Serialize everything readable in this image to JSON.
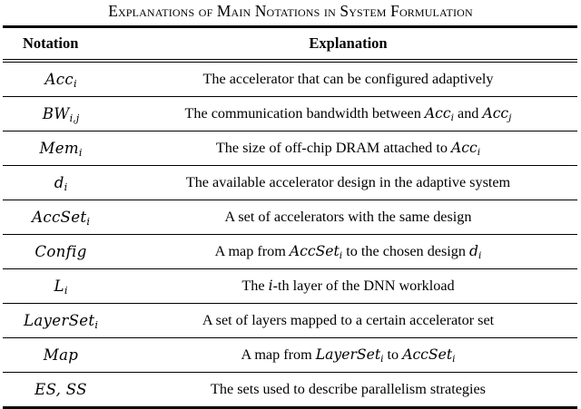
{
  "document": {
    "caption": "Explanations of Main Notations in System Formulation"
  },
  "table": {
    "columns": [
      {
        "key": "notation",
        "label": "Notation",
        "align": "left"
      },
      {
        "key": "explanation",
        "label": "Explanation",
        "align": "center"
      }
    ],
    "rows": [
      {
        "notation_plain": "Acc_i",
        "notation_base": "Acc",
        "notation_sub": "i",
        "explanation_plain": "The accelerator that can be configured adaptively",
        "explanation_parts": [
          {
            "type": "text",
            "value": "The accelerator that can be configured adaptively"
          }
        ]
      },
      {
        "notation_plain": "BW_{i,j}",
        "notation_base": "BW",
        "notation_sub": "i,j",
        "explanation_plain": "The communication bandwidth between Acc_i and Acc_j",
        "explanation_parts": [
          {
            "type": "text",
            "value": "The communication bandwidth between "
          },
          {
            "type": "math",
            "base": "Acc",
            "sub": "i"
          },
          {
            "type": "text",
            "value": " and "
          },
          {
            "type": "math",
            "base": "Acc",
            "sub": "j"
          }
        ]
      },
      {
        "notation_plain": "Mem_i",
        "notation_base": "Mem",
        "notation_sub": "i",
        "explanation_plain": "The size of off-chip DRAM attached to Acc_i",
        "explanation_parts": [
          {
            "type": "text",
            "value": "The size of off-chip DRAM attached to "
          },
          {
            "type": "math",
            "base": "Acc",
            "sub": "i"
          }
        ]
      },
      {
        "notation_plain": "d_i",
        "notation_base": "d",
        "notation_sub": "i",
        "explanation_plain": "The available accelerator design in the adaptive system",
        "explanation_parts": [
          {
            "type": "text",
            "value": "The available accelerator design in the adaptive system"
          }
        ]
      },
      {
        "notation_plain": "AccSet_i",
        "notation_base": "AccSet",
        "notation_sub": "i",
        "explanation_plain": "A set of accelerators with the same design",
        "explanation_parts": [
          {
            "type": "text",
            "value": "A set of accelerators with the same design"
          }
        ]
      },
      {
        "notation_plain": "Config",
        "notation_base": "Config",
        "notation_sub": "",
        "explanation_plain": "A map from AccSet_i to the chosen design d_i",
        "explanation_parts": [
          {
            "type": "text",
            "value": "A map from "
          },
          {
            "type": "math",
            "base": "AccSet",
            "sub": "i"
          },
          {
            "type": "text",
            "value": " to the chosen design "
          },
          {
            "type": "math",
            "base": "d",
            "sub": "i"
          }
        ]
      },
      {
        "notation_plain": "L_i",
        "notation_base": "L",
        "notation_sub": "i",
        "explanation_plain": "The i-th layer of the DNN workload",
        "explanation_parts": [
          {
            "type": "text",
            "value": "The "
          },
          {
            "type": "math",
            "base": "i",
            "sub": ""
          },
          {
            "type": "text",
            "value": "-th layer of the DNN workload"
          }
        ]
      },
      {
        "notation_plain": "LayerSet_i",
        "notation_base": "LayerSet",
        "notation_sub": "i",
        "explanation_plain": "A set of layers mapped to a certain accelerator set",
        "explanation_parts": [
          {
            "type": "text",
            "value": "A set of layers mapped to a certain accelerator set"
          }
        ]
      },
      {
        "notation_plain": "Map",
        "notation_base": "Map",
        "notation_sub": "",
        "explanation_plain": "A map from LayerSet_i to AccSet_i",
        "explanation_parts": [
          {
            "type": "text",
            "value": "A map from "
          },
          {
            "type": "math",
            "base": "LayerSet",
            "sub": "i"
          },
          {
            "type": "text",
            "value": " to "
          },
          {
            "type": "math",
            "base": "AccSet",
            "sub": "i"
          }
        ]
      },
      {
        "notation_plain": "ES, SS",
        "notation_base": "ES, SS",
        "notation_sub": "",
        "explanation_plain": "The sets used to describe parallelism strategies",
        "explanation_parts": [
          {
            "type": "text",
            "value": "The sets used to describe parallelism strategies"
          }
        ]
      }
    ]
  }
}
